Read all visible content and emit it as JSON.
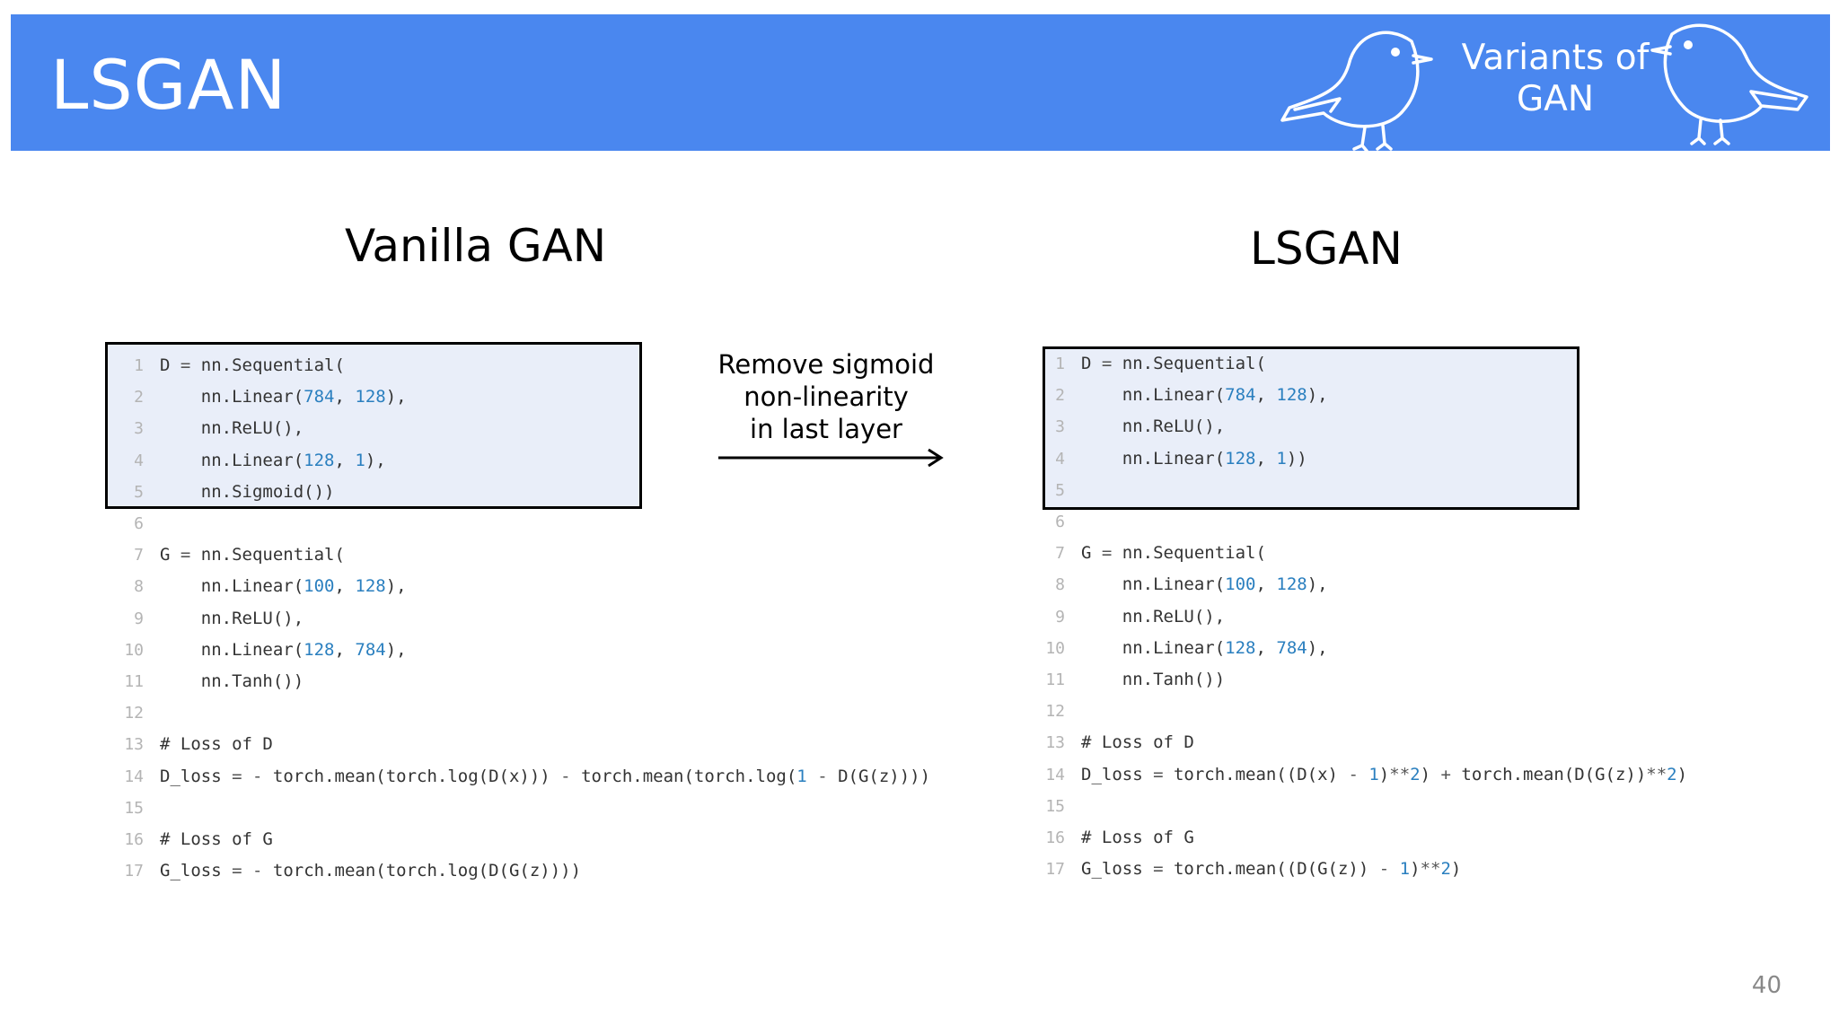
{
  "header": {
    "title": "LSGAN",
    "badge_line1": "Variants of",
    "badge_line2": "GAN"
  },
  "left": {
    "title": "Vanilla GAN",
    "lines": [
      {
        "n": "1",
        "t": "D = nn.Sequential("
      },
      {
        "n": "2",
        "t": "    nn.Linear(784, 128),"
      },
      {
        "n": "3",
        "t": "    nn.ReLU(),"
      },
      {
        "n": "4",
        "t": "    nn.Linear(128, 1),"
      },
      {
        "n": "5",
        "t": "    nn.Sigmoid())"
      },
      {
        "n": "6",
        "t": ""
      },
      {
        "n": "7",
        "t": "G = nn.Sequential("
      },
      {
        "n": "8",
        "t": "    nn.Linear(100, 128),"
      },
      {
        "n": "9",
        "t": "    nn.ReLU(),"
      },
      {
        "n": "10",
        "t": "    nn.Linear(128, 784),"
      },
      {
        "n": "11",
        "t": "    nn.Tanh())"
      },
      {
        "n": "12",
        "t": ""
      },
      {
        "n": "13",
        "t": "# Loss of D"
      },
      {
        "n": "14",
        "t": "D_loss = - torch.mean(torch.log(D(x))) - torch.mean(torch.log(1 - D(G(z))))"
      },
      {
        "n": "15",
        "t": ""
      },
      {
        "n": "16",
        "t": "# Loss of G"
      },
      {
        "n": "17",
        "t": "G_loss = - torch.mean(torch.log(D(G(z))))"
      }
    ]
  },
  "right": {
    "title": "LSGAN",
    "lines": [
      {
        "n": "1",
        "t": "D = nn.Sequential("
      },
      {
        "n": "2",
        "t": "    nn.Linear(784, 128),"
      },
      {
        "n": "3",
        "t": "    nn.ReLU(),"
      },
      {
        "n": "4",
        "t": "    nn.Linear(128, 1))"
      },
      {
        "n": "5",
        "t": ""
      },
      {
        "n": "6",
        "t": ""
      },
      {
        "n": "7",
        "t": "G = nn.Sequential("
      },
      {
        "n": "8",
        "t": "    nn.Linear(100, 128),"
      },
      {
        "n": "9",
        "t": "    nn.ReLU(),"
      },
      {
        "n": "10",
        "t": "    nn.Linear(128, 784),"
      },
      {
        "n": "11",
        "t": "    nn.Tanh())"
      },
      {
        "n": "12",
        "t": ""
      },
      {
        "n": "13",
        "t": "# Loss of D"
      },
      {
        "n": "14",
        "t": "D_loss = torch.mean((D(x) - 1)**2) + torch.mean(D(G(z))**2)"
      },
      {
        "n": "15",
        "t": ""
      },
      {
        "n": "16",
        "t": "# Loss of G"
      },
      {
        "n": "17",
        "t": "G_loss = torch.mean((D(G(z)) - 1)**2)"
      }
    ]
  },
  "annotation": {
    "l1": "Remove sigmoid",
    "l2": "non-linearity",
    "l3": "in last layer"
  },
  "page_number": "40",
  "colors": {
    "header": "#4a87ef",
    "number": "#2a7fbf",
    "box_fill": "#e4eaf8"
  }
}
